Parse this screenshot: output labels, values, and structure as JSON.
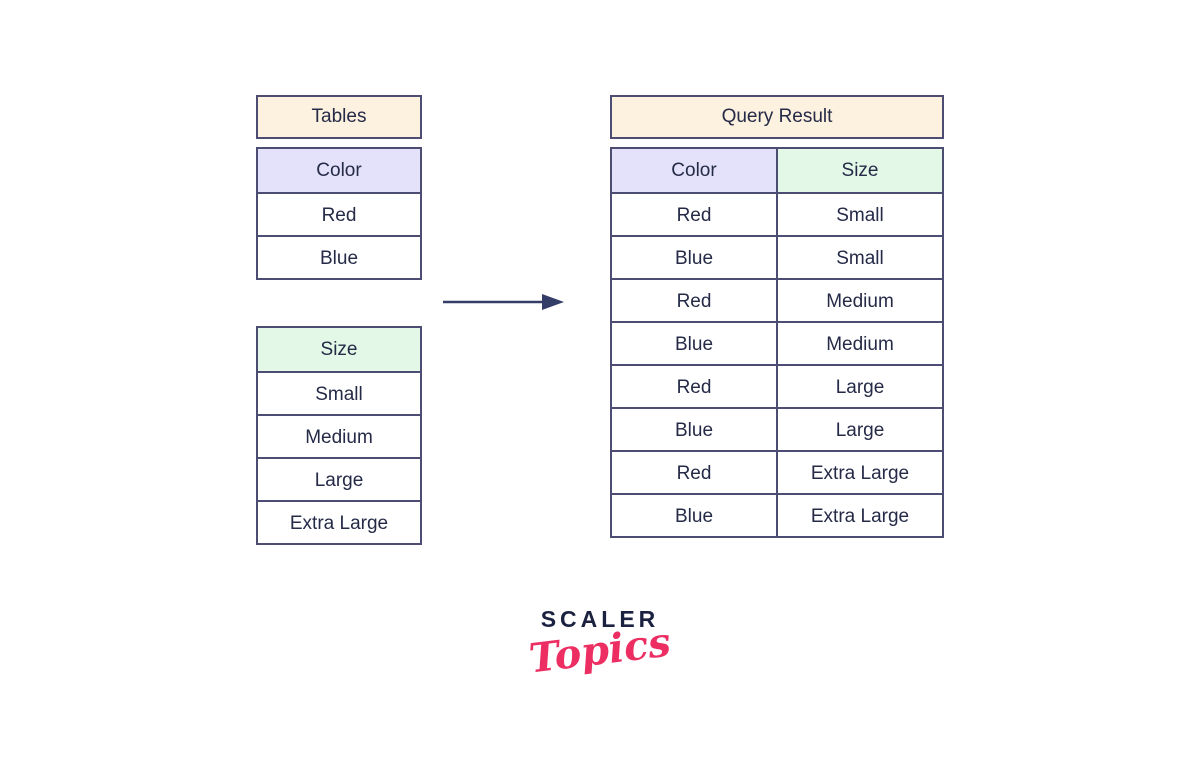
{
  "colors": {
    "peach": "#fdf1e0",
    "lavender": "#e3e2fa",
    "mint": "#e4f8e8",
    "border": "#4d4d73",
    "text": "#252a47",
    "arrow": "#343c68",
    "logo_navy": "#1b2240",
    "logo_pink": "#ec2e63"
  },
  "left_panel": {
    "tables_label": "Tables",
    "color_table": {
      "header": "Color",
      "rows": [
        "Red",
        "Blue"
      ]
    },
    "size_table": {
      "header": "Size",
      "rows": [
        "Small",
        "Medium",
        "Large",
        "Extra Large"
      ]
    }
  },
  "result_panel": {
    "title": "Query Result",
    "columns": [
      "Color",
      "Size"
    ],
    "rows": [
      [
        "Red",
        "Small"
      ],
      [
        "Blue",
        "Small"
      ],
      [
        "Red",
        "Medium"
      ],
      [
        "Blue",
        "Medium"
      ],
      [
        "Red",
        "Large"
      ],
      [
        "Blue",
        "Large"
      ],
      [
        "Red",
        "Extra Large"
      ],
      [
        "Blue",
        "Extra Large"
      ]
    ]
  },
  "logo": {
    "line1": "SCALER",
    "line2": "Topics"
  }
}
